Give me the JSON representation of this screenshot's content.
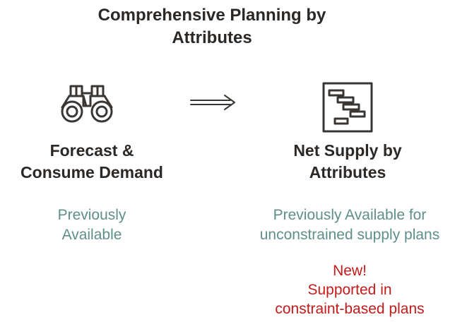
{
  "title": {
    "line1": "Comprehensive Planning by",
    "line2": "Attributes"
  },
  "left": {
    "icon": "binoculars-icon",
    "heading_line1": "Forecast &",
    "heading_line2": "Consume Demand",
    "note_line1": "Previously",
    "note_line2": "Available"
  },
  "arrow": {
    "icon": "double-arrow-right-icon"
  },
  "right": {
    "icon": "gantt-chart-icon",
    "heading_line1": "Net Supply by",
    "heading_line2": "Attributes",
    "note_line1": "Previously Available for",
    "note_line2": "unconstrained supply plans",
    "new_line1": "New!",
    "new_line2": "Supported in",
    "new_line3": "constraint-based plans"
  },
  "colors": {
    "text": "#2b2826",
    "teal": "#5f8f8a",
    "red": "#c41a1a",
    "icon": "#3a3633"
  }
}
